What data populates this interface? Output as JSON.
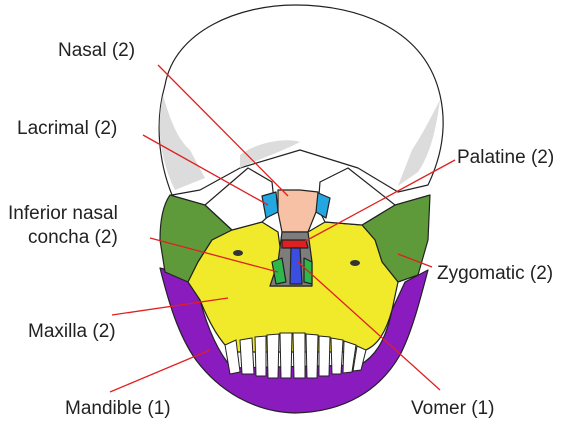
{
  "labels": {
    "nasal": "Nasal (2)",
    "lacrimal": "Lacrimal (2)",
    "inferior_nasal_concha_line1": "Inferior nasal",
    "inferior_nasal_concha_line2": "concha (2)",
    "maxilla": "Maxilla (2)",
    "mandible": "Mandible (1)",
    "palatine": "Palatine (2)",
    "zygomatic": "Zygomatic (2)",
    "vomer": "Vomer (1)"
  },
  "colors": {
    "cranium": "#ffffff",
    "nasal": "#f7c1a5",
    "lacrimal": "#22a7e0",
    "zygomatic": "#5e9a3a",
    "maxilla": "#f0ea2a",
    "mandible": "#8a1bbf",
    "palatine": "#e02020",
    "vomer": "#3a4fe0",
    "inferior_nasal_concha": "#2fb84a",
    "nasal_cavity": "#7d7d7d",
    "leader_line": "#e02020"
  }
}
